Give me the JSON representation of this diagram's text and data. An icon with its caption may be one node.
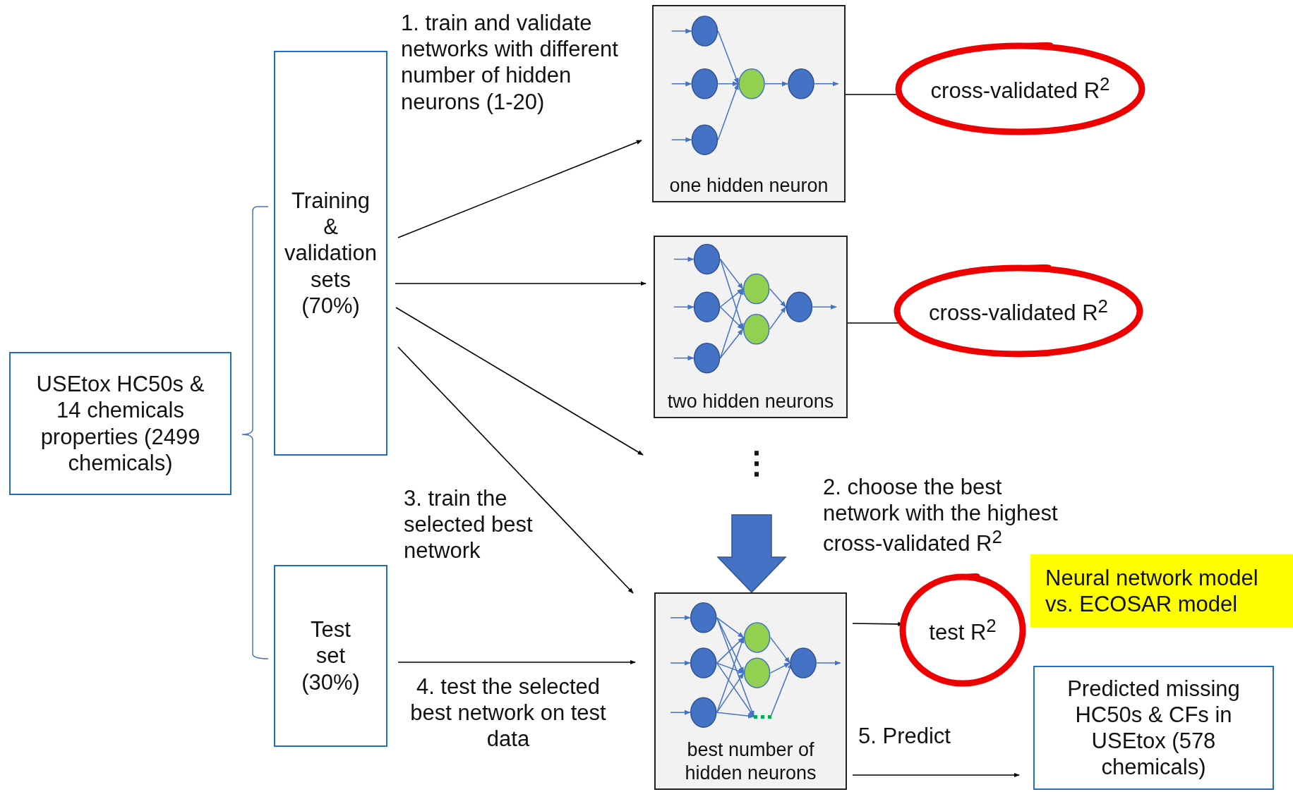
{
  "diagram": {
    "nodes": [
      {
        "text": [
          "USEtox HC50s & 14 chemicals properties (2499 chemicals)"
        ]
      },
      {
        "text": [
          "Training & validation sets (70%)"
        ]
      },
      {
        "text": [
          "Test set (30%)"
        ]
      },
      {
        "text": [
          "one hidden neuron"
        ]
      },
      {
        "text": [
          "two hidden neurons"
        ]
      },
      {
        "text": [
          "best number of hidden neurons"
        ]
      },
      {
        "text": [
          "cross-validated R$^{2}$"
        ]
      },
      {
        "text": [
          "cross-validated R$^{2}$"
        ]
      },
      {
        "text": [
          "test R$^{2}$"
        ]
      },
      {
        "text": [
          "Neural network model vs. ECOSAR model"
        ]
      },
      {
        "text": [
          "Predicted missing HC50s & CFs in USEtox (578 chemicals)"
        ]
      }
    ],
    "edges": [
      {
        "from": 1,
        "to": 3,
        "arrow": "to"
      },
      {
        "from": 1,
        "to": 4,
        "arrow": "to"
      },
      {
        "from": 1,
        "to": null,
        "arrow": "to"
      },
      {
        "from": 1,
        "to": 5,
        "arrow": "to"
      },
      {
        "from": 2,
        "to": 5,
        "arrow": "to"
      },
      {
        "from": 3,
        "to": 6,
        "arrow": "none"
      },
      {
        "from": 4,
        "to": 7,
        "arrow": "none"
      },
      {
        "from": null,
        "to": 5,
        "arrow": "to",
        "style": "thick",
        "color": "#4472c4"
      },
      {
        "from": 5,
        "to": 8,
        "arrow": "to"
      },
      {
        "from": 5,
        "to": 10,
        "arrow": "to"
      }
    ],
    "labels": [
      "1. train and validate networks with different number of hidden neurons (1-20)",
      "⋮",
      "3. train the selected best network",
      "2. choose the best network with the highest cross-validated R$^{2}$",
      "4. test the selected best network on test data",
      "5. Predict"
    ]
  }
}
